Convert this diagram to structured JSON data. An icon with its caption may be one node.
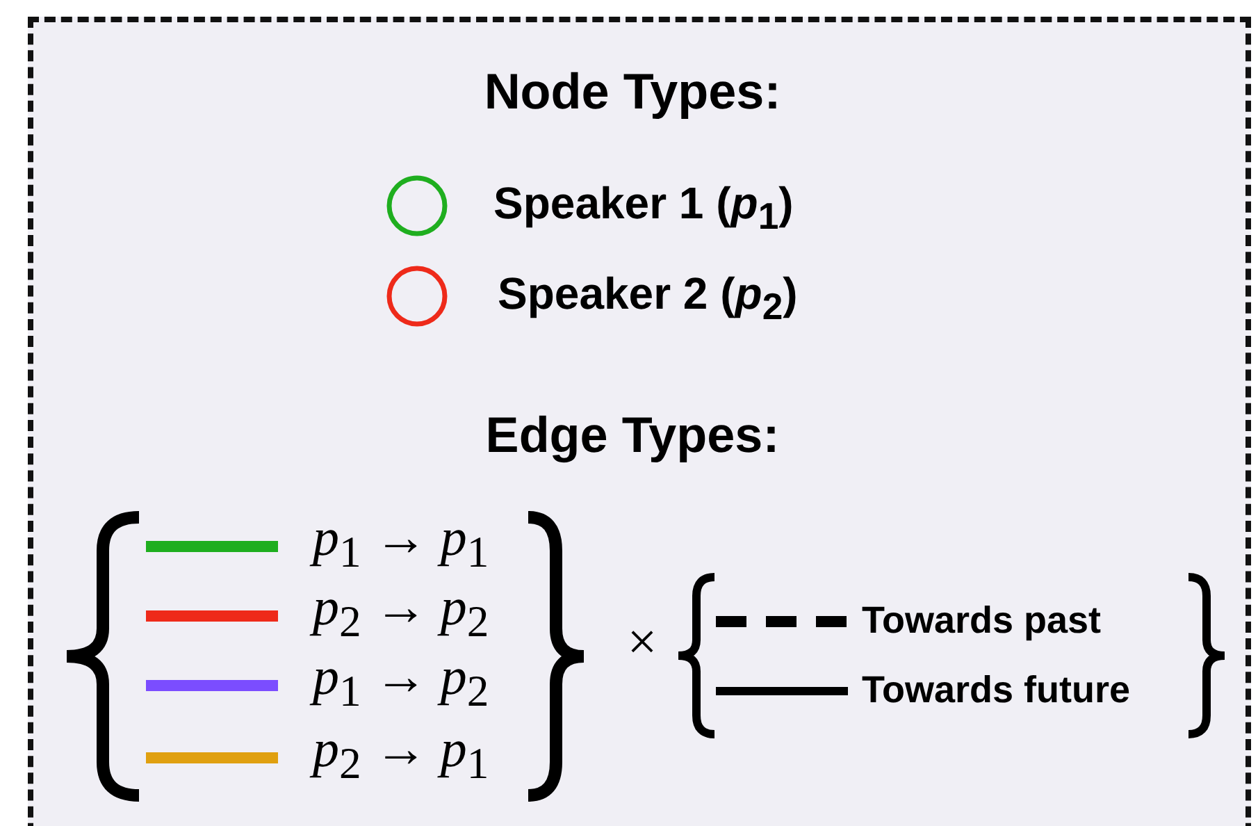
{
  "diagram": {
    "labels": [
      "Node Types:",
      "Edge Types:",
      "×"
    ],
    "legend": [
      {
        "text": "Speaker 1 (*p*$_{1}$)",
        "color": "#1fae1f"
      },
      {
        "text": "Speaker 2 (*p*$_{2}$)",
        "color": "#ee2a1a"
      },
      {
        "text": "*p*$_{1}$ → *p*$_{1}$",
        "color": "#1fae1f"
      },
      {
        "text": "*p*$_{2}$ → *p*$_{2}$",
        "color": "#ee2a1a"
      },
      {
        "text": "*p*$_{1}$ → *p*$_{2}$",
        "color": "#7b4dff"
      },
      {
        "text": "*p*$_{2}$ → *p*$_{1}$",
        "color": "#e0a010"
      },
      {
        "text": "Towards past"
      },
      {
        "text": "Towards future"
      }
    ]
  }
}
